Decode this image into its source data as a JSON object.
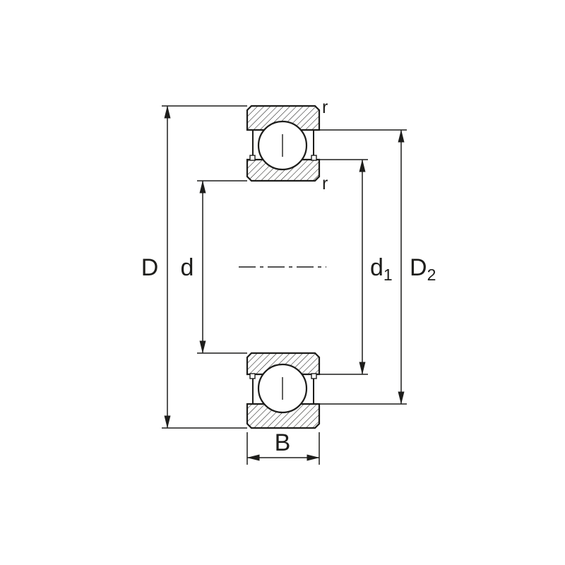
{
  "diagram": {
    "type": "technical-dimension-drawing",
    "subject": "shielded deep groove ball bearing cross-section",
    "colors": {
      "line": "#1d1d1b",
      "background": "#ffffff"
    },
    "labels": {
      "outer_diameter": "D",
      "bore_diameter": "d",
      "inner_ring_shoulder": {
        "main": "d",
        "sub": "1"
      },
      "outer_ring_shoulder": {
        "main": "D",
        "sub": "2"
      },
      "width": "B",
      "radius_outer": "r",
      "radius_inner": "r"
    }
  }
}
